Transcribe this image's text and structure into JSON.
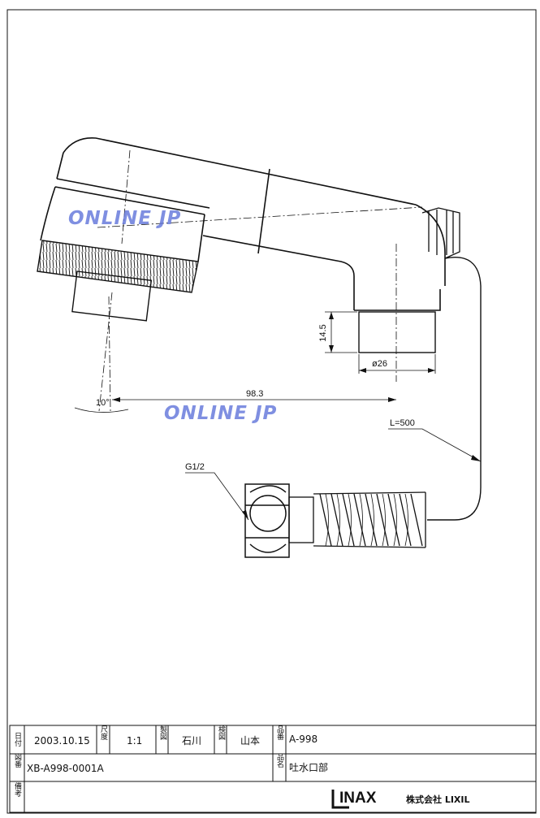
{
  "watermark": {
    "text": "ONLINE JP",
    "color": "#5b6fd8"
  },
  "dimensions": {
    "height": "14.5",
    "diameter": "ø26",
    "length": "98.3",
    "angle": "10°",
    "hose_length": "L=500",
    "thread": "G1/2"
  },
  "title_block": {
    "date_label": "日付",
    "date": "2003.10.15",
    "scale_label": "尺度",
    "scale": "1:1",
    "drawn_label": "製図",
    "drawn_by": "石川",
    "checked_label": "検図",
    "checked_by": "山本",
    "part_no_label": "品番",
    "part_no": "A-998",
    "drawing_no_label": "図番",
    "drawing_no": "XB-A998-0001A",
    "part_name_label": "品名",
    "part_name": "吐水口部",
    "notes_label": "備考",
    "logo": "INAX",
    "company": "株式会社 LIXIL"
  }
}
